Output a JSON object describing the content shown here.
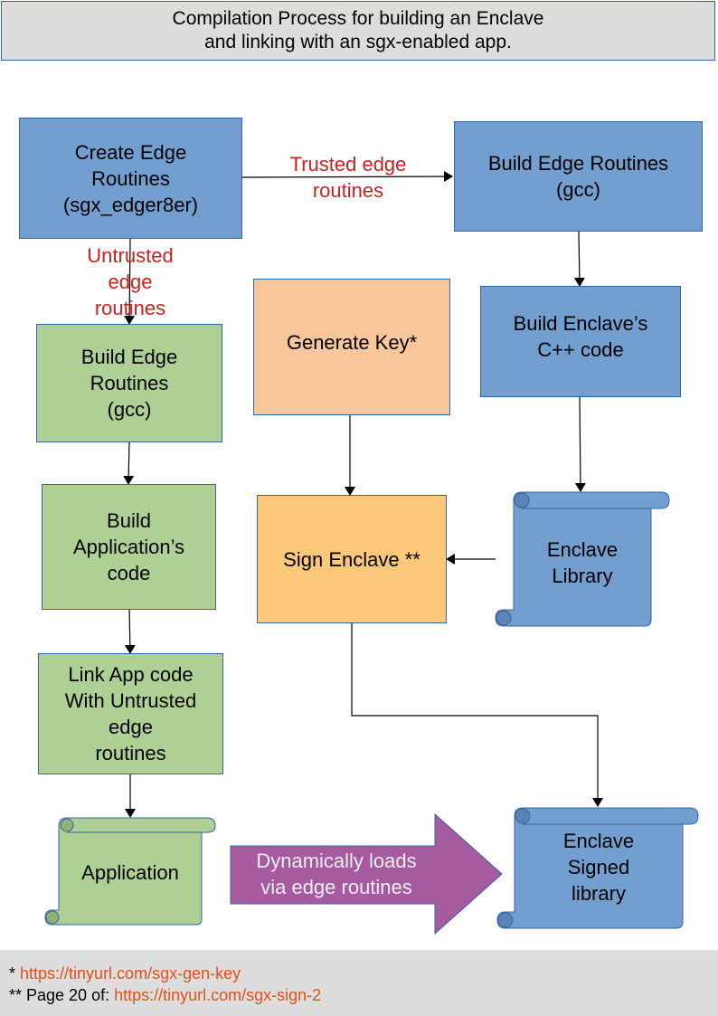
{
  "title": {
    "line1": "Compilation Process for building an Enclave",
    "line2": "and linking with an sgx-enabled app."
  },
  "nodes": {
    "create_edge": [
      "Create Edge",
      "Routines",
      "(sgx_edger8er)"
    ],
    "build_edge_trusted": [
      "Build Edge Routines",
      "(gcc)"
    ],
    "build_edge_untrusted": [
      "Build Edge",
      "Routines",
      "(gcc)"
    ],
    "generate_key": [
      "Generate Key*"
    ],
    "build_enclave_cpp": [
      "Build Enclave’s",
      "C++ code"
    ],
    "build_app": [
      "Build",
      "Application’s",
      "code"
    ],
    "sign_enclave": [
      "Sign Enclave **"
    ],
    "enclave_library": [
      "Enclave",
      "Library"
    ],
    "link_app": [
      "Link App code",
      "With Untrusted",
      "edge",
      "routines"
    ],
    "application": [
      "Application"
    ],
    "enclave_signed": [
      "Enclave",
      "Signed",
      "library"
    ]
  },
  "edge_labels": {
    "trusted": [
      "Trusted edge",
      "routines"
    ],
    "untrusted": [
      "Untrusted",
      "edge",
      "routines"
    ]
  },
  "big_arrow": [
    "Dynamically loads",
    "via edge routines"
  ],
  "footer": {
    "note1_prefix": "* ",
    "note1_link": "https://tinyurl.com/sgx-gen-key",
    "note2_prefix": "** Page 20 of: ",
    "note2_link": "https://tinyurl.com/sgx-sign-2"
  },
  "colors": {
    "blue": "#729fcf",
    "green": "#afd095",
    "peach": "#f8c69b",
    "orange": "#fbc87a",
    "purple": "#a65aa0",
    "label_red": "#c9211e",
    "link_orange": "#e1501b"
  }
}
